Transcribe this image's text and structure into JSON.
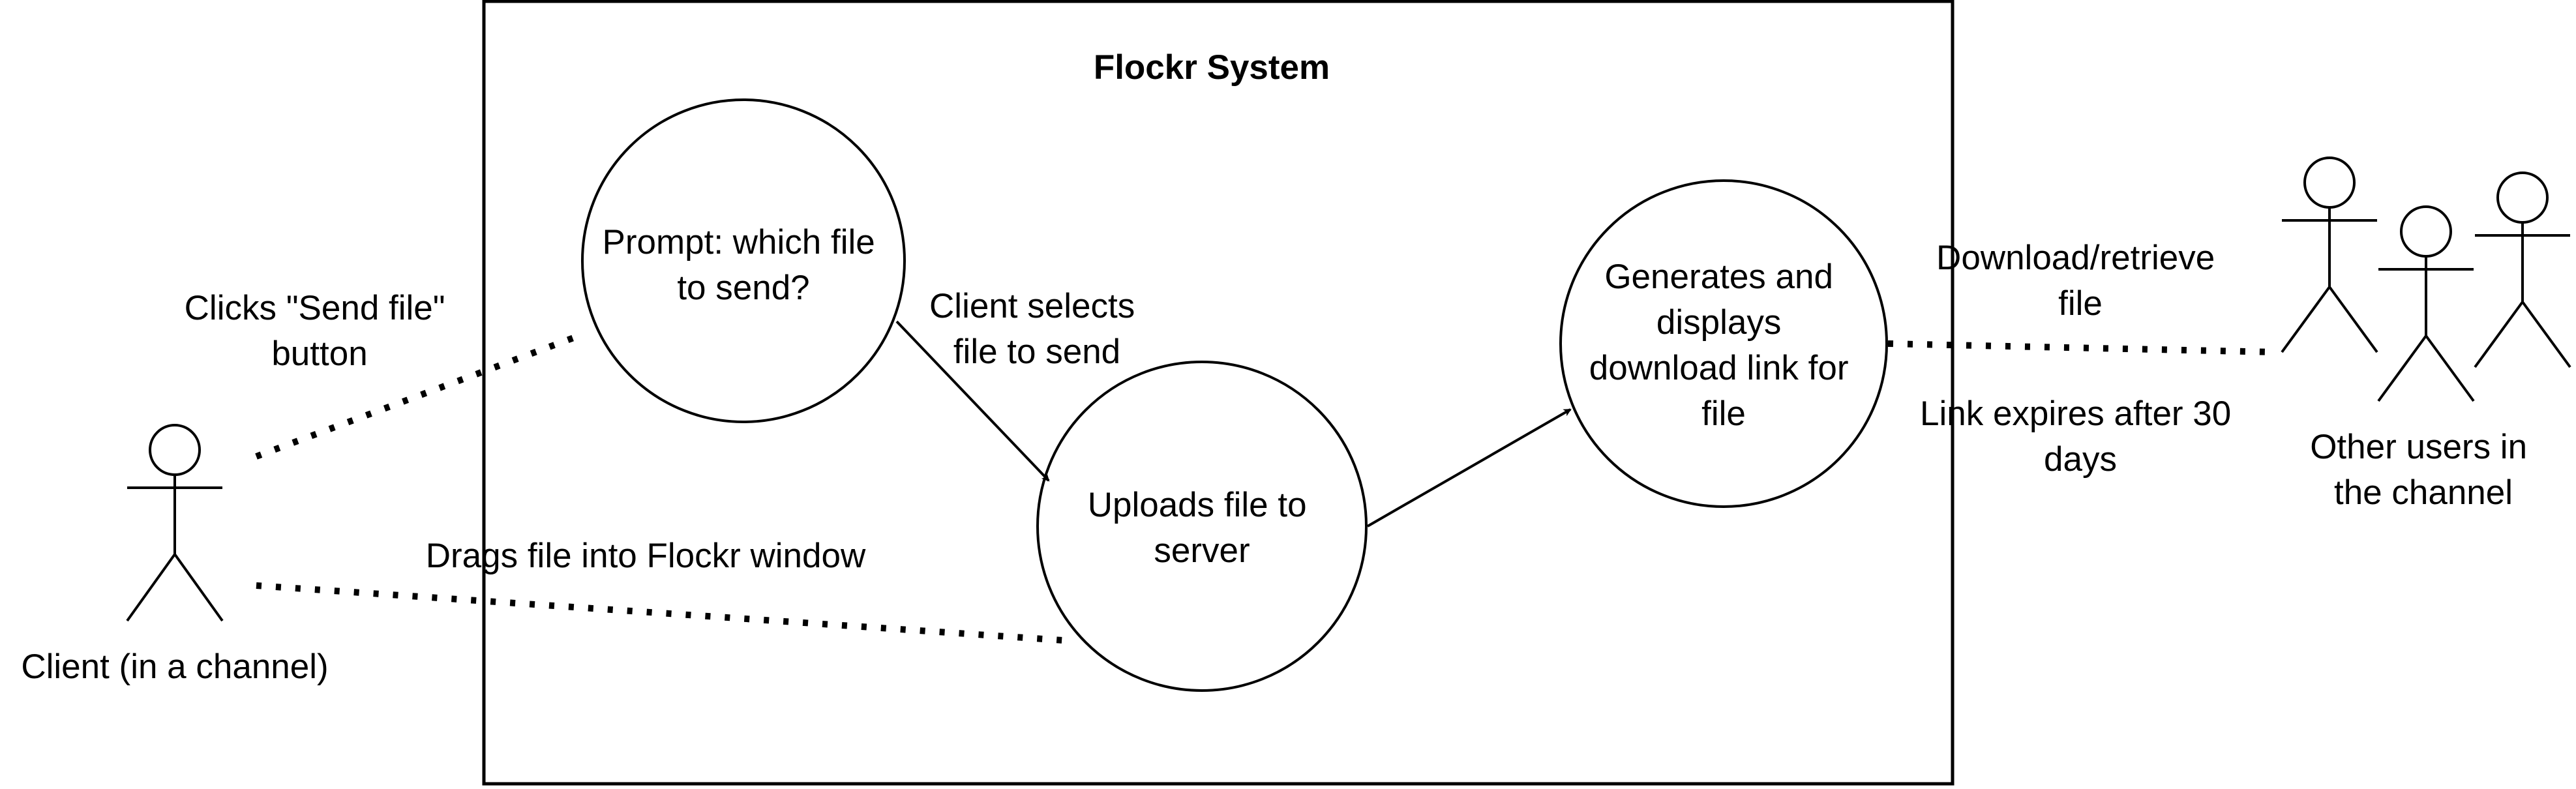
{
  "system": {
    "title": "Flockr System"
  },
  "actors": {
    "client": {
      "label": "Client (in a channel)"
    },
    "others": {
      "label": [
        "Other users in",
        "the channel"
      ]
    }
  },
  "use_cases": {
    "prompt": {
      "lines": [
        "Prompt: which file",
        "to send?"
      ]
    },
    "upload": {
      "lines": [
        "Uploads file to",
        "server"
      ]
    },
    "generate": {
      "lines": [
        "Generates and",
        "displays",
        "download link for",
        "file"
      ]
    }
  },
  "edge_labels": {
    "clicks_send": [
      "Clicks \"Send file\"",
      "button"
    ],
    "client_selects": [
      "Client selects",
      "file to send"
    ],
    "drags_file": "Drags file into Flockr window",
    "download": [
      "Download/retrieve",
      "file"
    ],
    "link_expires": [
      "Link expires after 30",
      "days"
    ]
  },
  "colors": {
    "stroke": "#000000",
    "background": "#ffffff"
  }
}
